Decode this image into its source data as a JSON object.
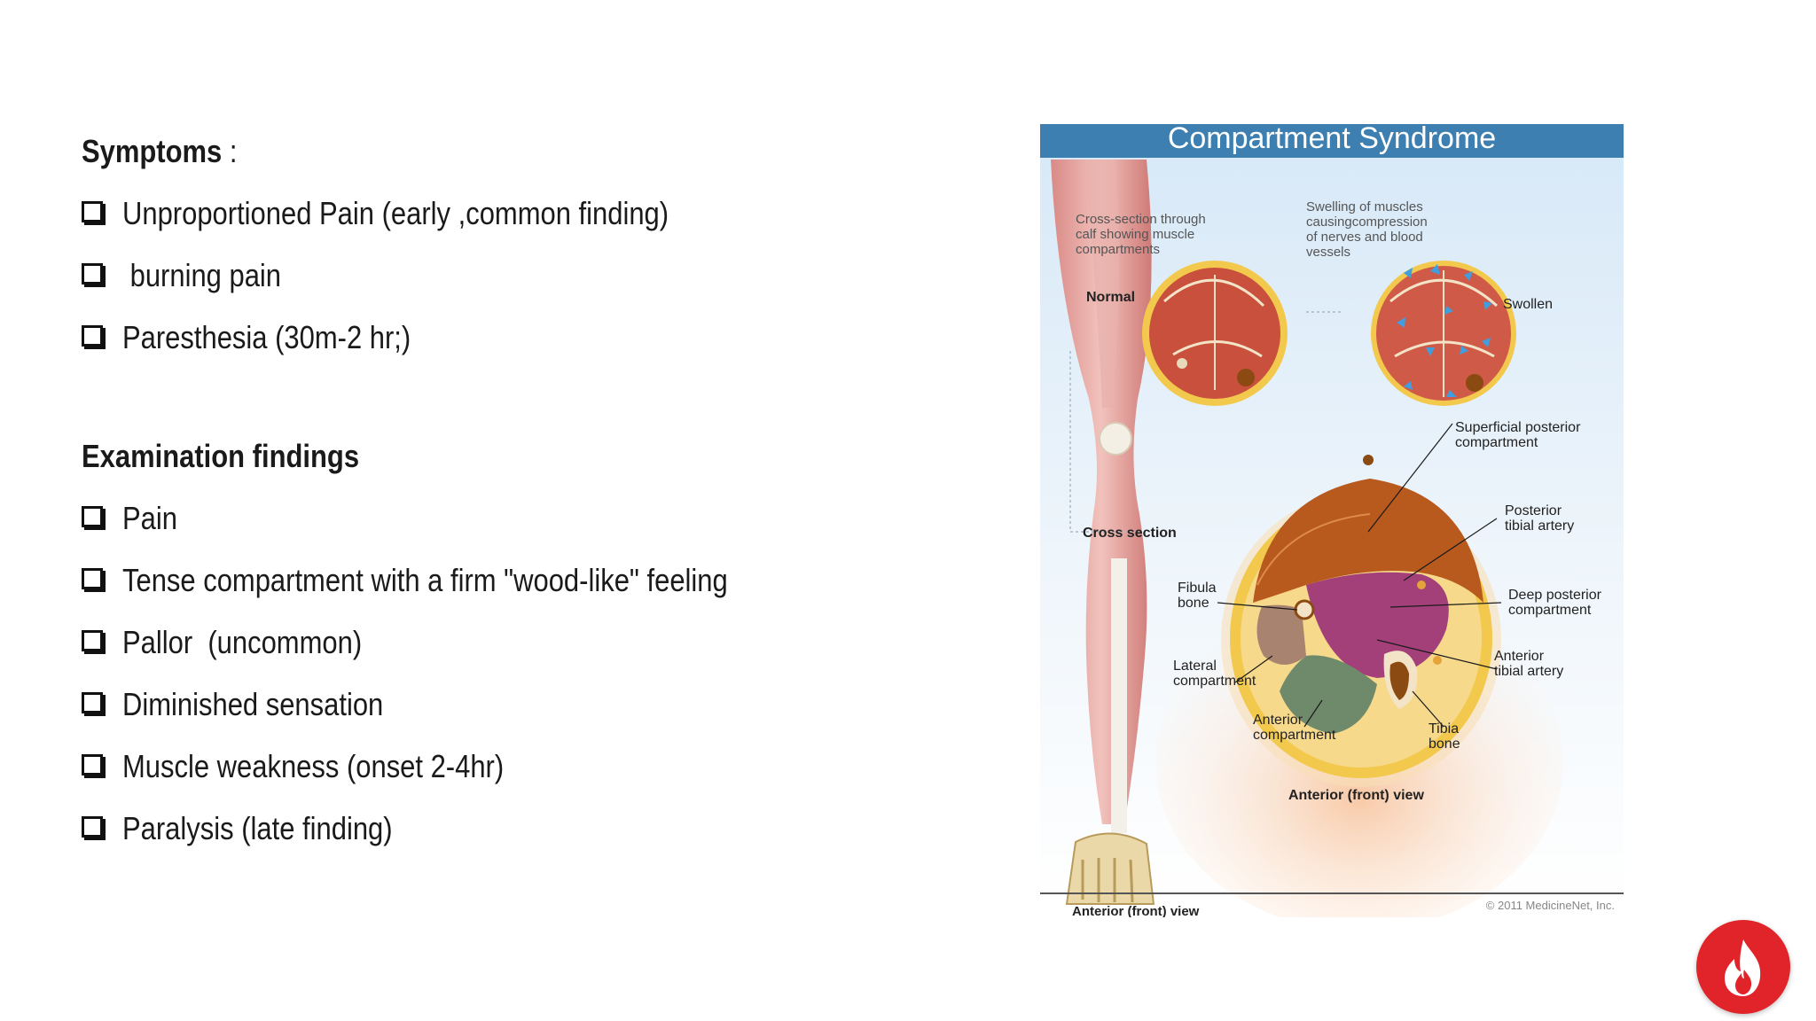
{
  "symptoms": {
    "heading": "Symptoms",
    "colon": " :",
    "items": [
      "Unproportioned Pain (early ,common finding)",
      " burning pain",
      "Paresthesia (30m-2 hr;)"
    ]
  },
  "exam": {
    "heading": "Examination findings",
    "items": [
      "Pain",
      "Tense compartment with a firm \"wood-like\" feeling",
      "Pallor  (uncommon)",
      "Diminished sensation",
      "Muscle weakness (onset 2-4hr)",
      "Paralysis (late finding)"
    ]
  },
  "figure": {
    "title": "Compartment Syndrome",
    "labels": {
      "cross_section_caption": [
        "Cross-section through",
        "calf showing muscle",
        "compartments"
      ],
      "swelling_caption": [
        "Swelling of muscles",
        "causingcompression",
        "of nerves and blood",
        "vessels"
      ],
      "normal": "Normal",
      "swollen": "Swollen",
      "cross_section": "Cross section",
      "superficial_posterior": [
        "Superficial posterior",
        "compartment"
      ],
      "posterior_tibial": [
        "Posterior",
        "tibial artery"
      ],
      "deep_posterior": [
        "Deep posterior",
        "compartment"
      ],
      "fibula": [
        "Fibula",
        "bone"
      ],
      "anterior_tibial": [
        "Anterior",
        "tibial artery"
      ],
      "lateral": [
        "Lateral",
        "compartment"
      ],
      "anterior_comp": [
        "Anterior",
        "compartment"
      ],
      "tibia": [
        "Tibia",
        "bone"
      ],
      "anterior_view": "Anterior (front) view",
      "anterior_view_bottom": "Anterior (front) view",
      "copyright": "© 2011 MedicineNet, Inc."
    },
    "colors": {
      "banner": "#3d7fb0",
      "muscle_red": "#c8503c",
      "muscle_brown": "#b85a1e",
      "deep_purple": "#a3407a",
      "anterior_green": "#6f8a6a",
      "lateral_tan": "#a88470",
      "fat_yellow": "#f2c94c"
    }
  },
  "fire_icon": "fire-icon"
}
